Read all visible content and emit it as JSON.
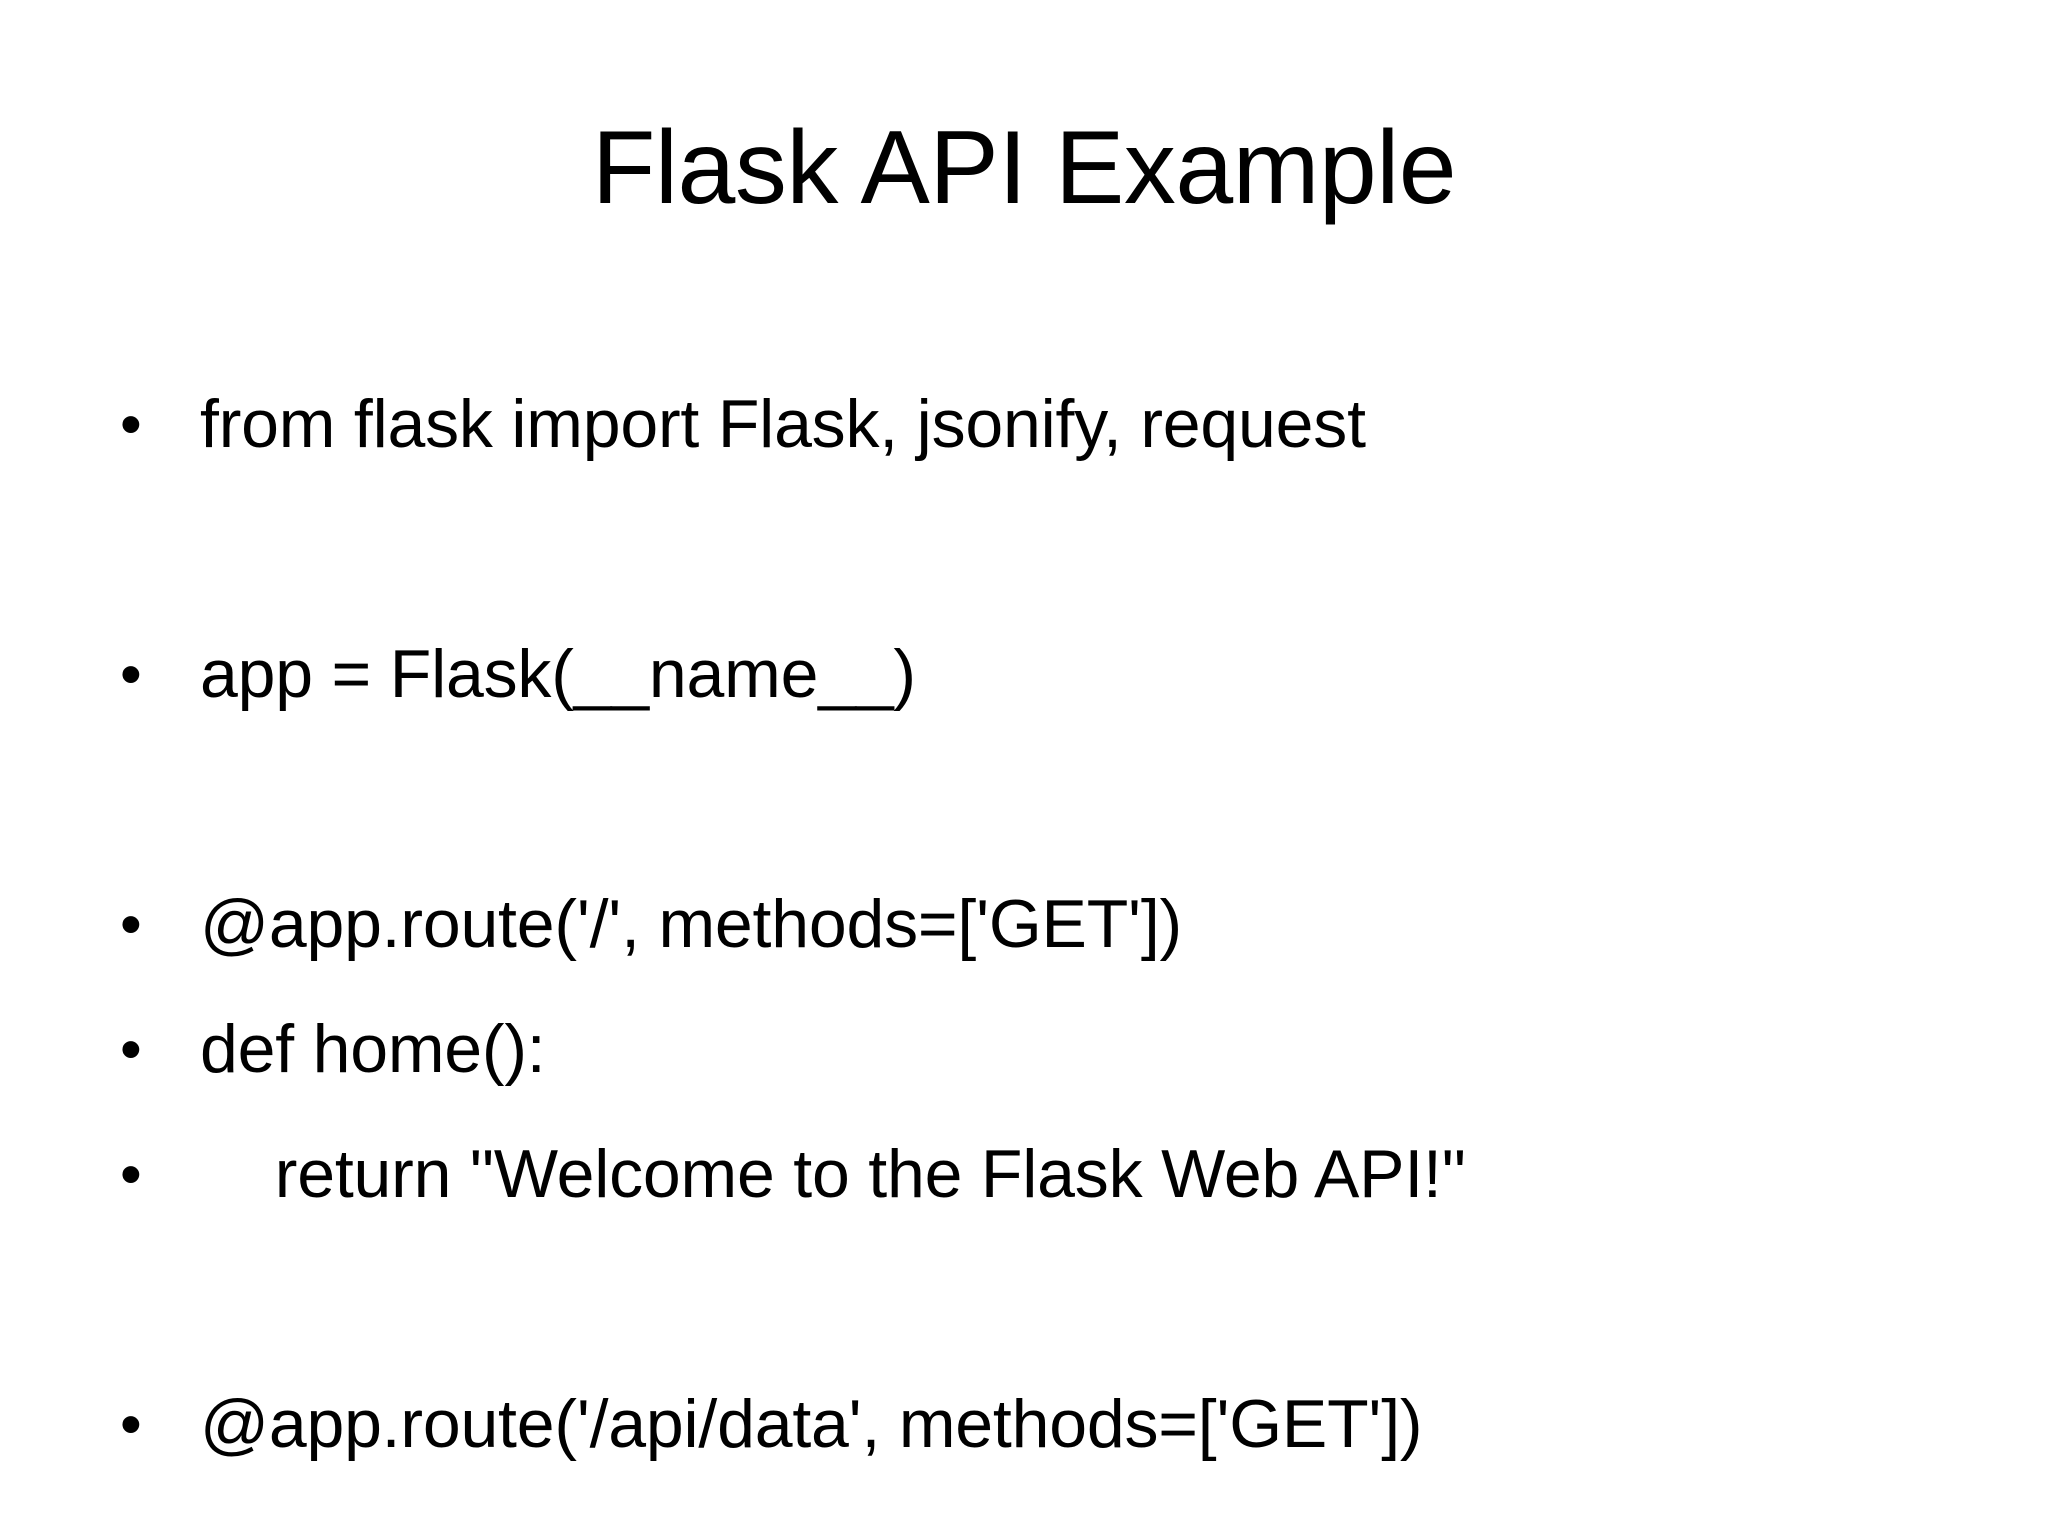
{
  "slide": {
    "title": "Flask API Example",
    "background_color": "#FFFFFF",
    "text_color": "#000000",
    "bullet_glyph": "•",
    "lines": [
      {
        "bullet": "•",
        "text": "from flask import Flask, jsonify, request",
        "indent": 0,
        "blank": false
      },
      {
        "bullet": "",
        "text": "",
        "indent": 0,
        "blank": true
      },
      {
        "bullet": "•",
        "text": "app = Flask(__name__)",
        "indent": 0,
        "blank": false
      },
      {
        "bullet": "",
        "text": "",
        "indent": 0,
        "blank": true
      },
      {
        "bullet": "•",
        "text": "@app.route('/', methods=['GET'])",
        "indent": 0,
        "blank": false
      },
      {
        "bullet": "•",
        "text": "def home():",
        "indent": 0,
        "blank": false
      },
      {
        "bullet": "•",
        "text": "    return \"Welcome to the Flask Web API!\"",
        "indent": 1,
        "blank": false
      },
      {
        "bullet": "",
        "text": "",
        "indent": 0,
        "blank": true
      },
      {
        "bullet": "•",
        "text": "@app.route('/api/data', methods=['GET'])",
        "indent": 0,
        "blank": false
      }
    ]
  }
}
